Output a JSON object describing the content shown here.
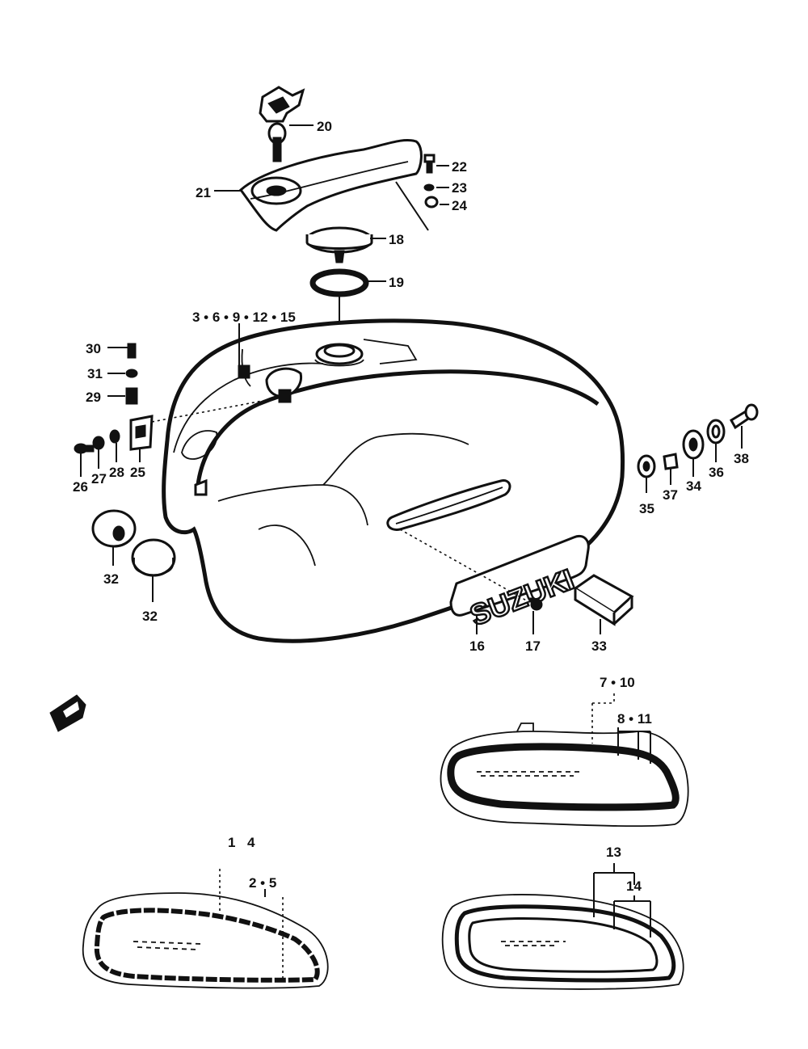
{
  "colors": {
    "line": "#111111",
    "background": "#ffffff"
  },
  "callouts": {
    "c1": "1",
    "c2_5": "2 • 5",
    "c3_15": "3 • 6 • 9 • 12 • 15",
    "c4": "4",
    "c7_10": "7 • 10",
    "c8_11": "8 • 11",
    "c13": "13",
    "c14": "14",
    "c16": "16",
    "c17": "17",
    "c18": "18",
    "c19": "19",
    "c20": "20",
    "c21": "21",
    "c22": "22",
    "c23": "23",
    "c24": "24",
    "c25": "25",
    "c26": "26",
    "c27": "27",
    "c28": "28",
    "c29": "29",
    "c30": "30",
    "c31": "31",
    "c32a": "32",
    "c32b": "32",
    "c33": "33",
    "c34": "34",
    "c35": "35",
    "c36": "36",
    "c37": "37",
    "c38": "38"
  },
  "emblem": {
    "text": "SUZUKI"
  },
  "icons": [
    "fuel-cap-icon",
    "tank-cover-icon",
    "fuel-tank-icon",
    "emblem-icon"
  ]
}
